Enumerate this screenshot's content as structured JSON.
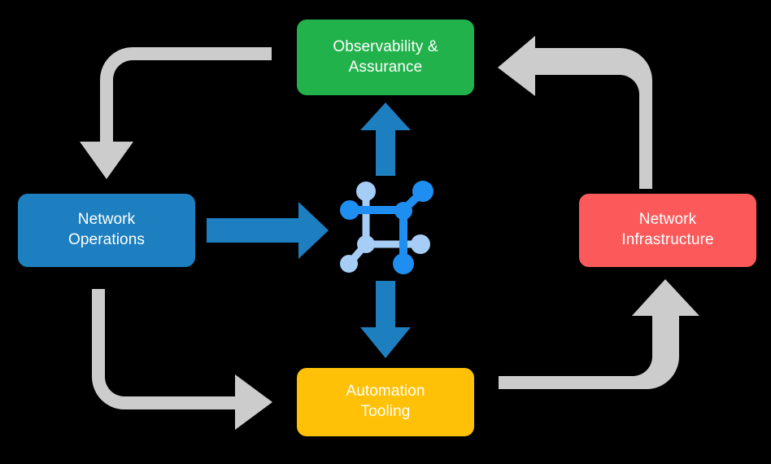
{
  "diagram": {
    "title": "Network operations lifecycle cycle diagram",
    "background_color": "#000000",
    "center_icon": {
      "name": "network-topology-icon",
      "colors": {
        "bright": "#1f8ef1",
        "light": "#a6cdf5"
      }
    },
    "nodes": [
      {
        "id": "observability",
        "label": "Observability &\nAssurance",
        "color": "#22b24c",
        "position": "top"
      },
      {
        "id": "operations",
        "label": "Network\nOperations",
        "color": "#1d7fc0",
        "position": "left"
      },
      {
        "id": "infrastructure",
        "label": "Network\nInfrastructure",
        "color": "#fc5a5a",
        "position": "right"
      },
      {
        "id": "automation",
        "label": "Automation\nTooling",
        "color": "#ffc107",
        "position": "bottom"
      }
    ],
    "center_arrows": {
      "color": "#1d7fc0",
      "items": [
        {
          "id": "arrow-hub-up",
          "direction": "up",
          "from": "center",
          "to": "observability"
        },
        {
          "id": "arrow-hub-down",
          "direction": "down",
          "from": "center",
          "to": "automation"
        },
        {
          "id": "arrow-operations-to-hub",
          "direction": "right",
          "from": "operations",
          "to": "center"
        }
      ]
    },
    "flow_arrows": {
      "color": "#cccccc",
      "items": [
        {
          "id": "arrow-observability-to-operations",
          "from": "observability",
          "to": "operations",
          "shape": "elbow-left-down"
        },
        {
          "id": "arrow-operations-to-automation",
          "from": "operations",
          "to": "automation",
          "shape": "elbow-down-right"
        },
        {
          "id": "arrow-automation-to-infrastructure",
          "from": "automation",
          "to": "infrastructure",
          "shape": "elbow-right-up"
        },
        {
          "id": "arrow-infrastructure-to-observability",
          "from": "infrastructure",
          "to": "observability",
          "shape": "elbow-up-left"
        }
      ]
    }
  }
}
